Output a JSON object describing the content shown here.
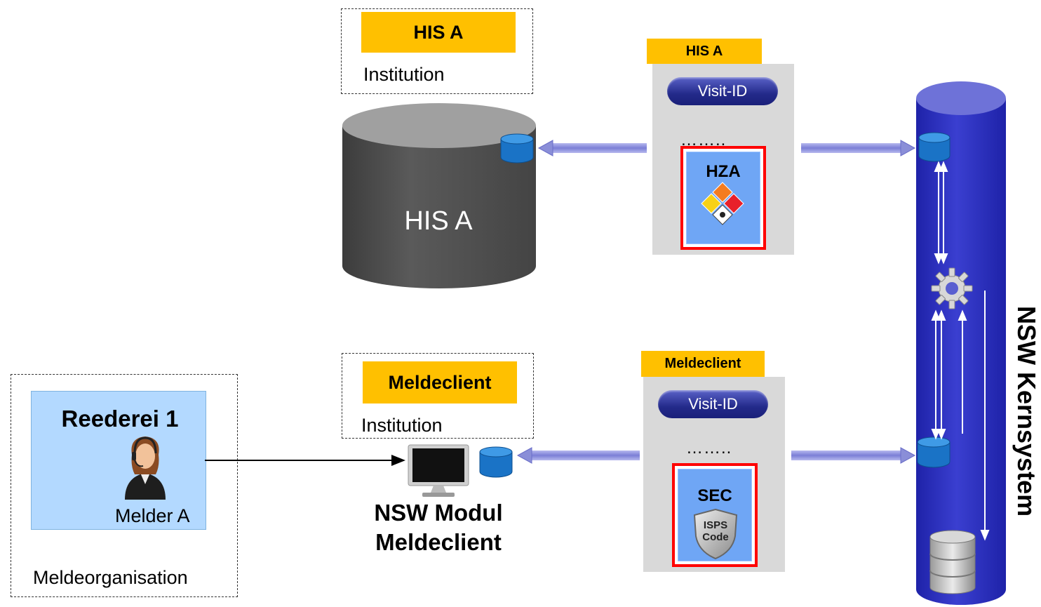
{
  "his_block": {
    "institution_label": "HIS A",
    "institution_caption": "Institution",
    "database_label": "HIS A"
  },
  "his_message": {
    "tab_label": "HIS A",
    "visit_id": "Visit-ID",
    "dots": "……..",
    "document_title": "HZA"
  },
  "client_block": {
    "institution_label": "Meldeclient",
    "institution_caption": "Institution",
    "module_label_line1": "NSW Modul",
    "module_label_line2": "Meldeclient"
  },
  "client_message": {
    "tab_label": "Meldeclient",
    "visit_id": "Visit-ID",
    "dots": "……..",
    "document_title": "SEC",
    "badge_line1": "ISPS",
    "badge_line2": "Code"
  },
  "reporter_org": {
    "company": "Reederei 1",
    "person": "Melder A",
    "org_caption": "Meldeorganisation"
  },
  "core_system": {
    "title": "NSW Kernsystem"
  },
  "colors": {
    "institution_orange": "#ffc000",
    "core_blue": "#2b2fb8",
    "panel_gray": "#d9d9d9",
    "highlight_red": "#ff0000",
    "reporter_fill": "#b3d9ff"
  }
}
